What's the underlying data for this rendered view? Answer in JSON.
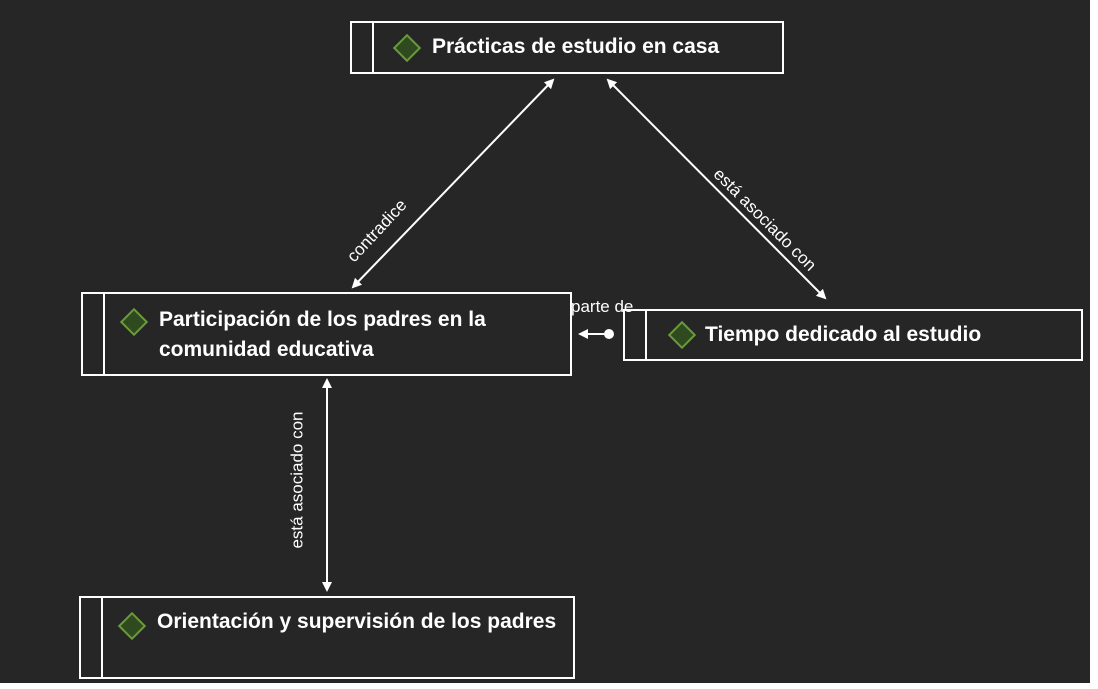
{
  "nodes": {
    "practicas": "Prácticas de estudio en casa",
    "participacion": "Participación de los padres en la comunidad educativa",
    "tiempo": "Tiempo dedicado al estudio",
    "orientacion": "Orientación y supervisión de los padres"
  },
  "links": {
    "contradice": "contradice",
    "asociado_1": "está asociado con",
    "parte_de": "parte de",
    "asociado_2": "está asociado con"
  },
  "icons": {
    "node_marker": "diamond-icon"
  },
  "colors": {
    "background": "#262626",
    "line": "#ffffff",
    "diamond_border": "#6b9a3c",
    "diamond_fill": "#2f4a1e"
  }
}
